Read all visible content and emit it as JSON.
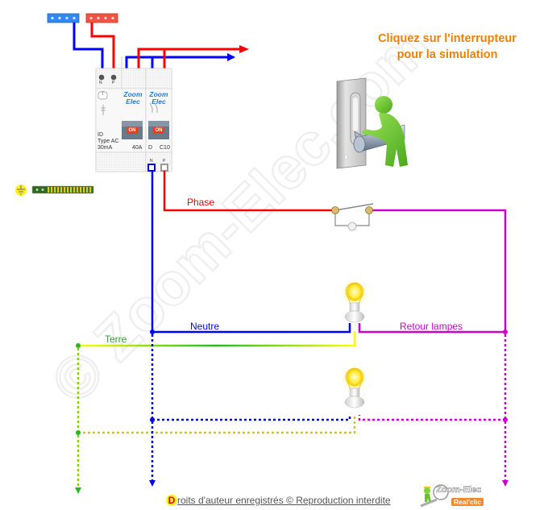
{
  "instruction": {
    "line1": "Cliquez sur l'interrupteur",
    "line2": "pour la simulation"
  },
  "wire_labels": {
    "phase": "Phase",
    "neutre": "Neutre",
    "retour": "Retour lampes",
    "terre": "Terre"
  },
  "panel": {
    "rcd": {
      "terminal_n": "N",
      "terminal_p": "P",
      "test_button": "T",
      "brand_line1": "Zoom",
      "brand_line2": "Elec",
      "state_label": "ON",
      "type_line1": "ID",
      "type_line2": "Type AC",
      "sensitivity": "30mA",
      "rating": "40A"
    },
    "breaker": {
      "brand_line1": "Zoom",
      "brand_line2": "Elec",
      "state_label": "ON",
      "curve": "D",
      "rating": "C10",
      "terminal_n": "N",
      "terminal_p": "P"
    }
  },
  "watermark": "© Zoom-Elec.com",
  "footer": {
    "initial": "D",
    "text": "roits d'auteur enregistrés © Reproduction interdite"
  },
  "logo": {
    "name": "Zoom-Elec",
    "subtitle": "Real'clic"
  },
  "colors": {
    "phase": "#ff0000",
    "neutral": "#0000ff",
    "return": "#cc00cc",
    "earth_yellow": "#ffff00",
    "earth_green": "#22bb22",
    "instruction": "#f08000",
    "neutral_bar": "#3388ee",
    "phase_bar": "#ee5544",
    "earth_bar": "#2d6a1a"
  },
  "lamps": [
    {
      "state": "on"
    },
    {
      "state": "on"
    }
  ],
  "switch": {
    "state": "open"
  }
}
